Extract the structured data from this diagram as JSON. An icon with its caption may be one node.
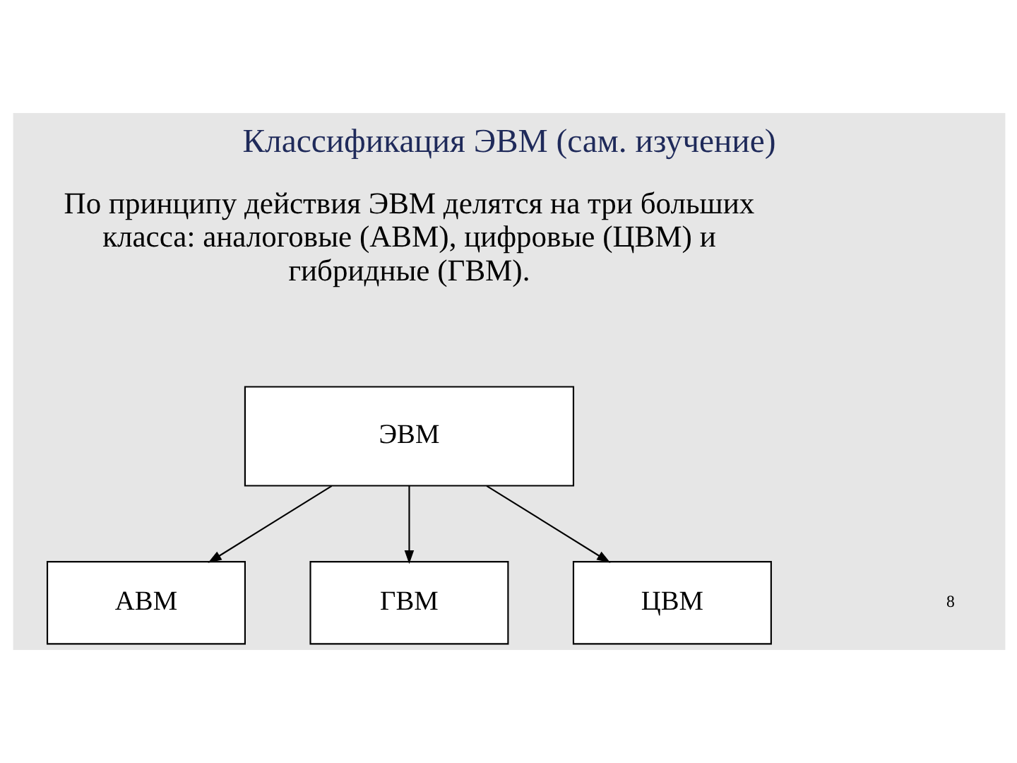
{
  "diagram": {
    "title": "Классификация ЭВМ (сам. изучение)",
    "nodes": [
      {
        "text": [
          "ЭВМ"
        ]
      },
      {
        "text": [
          "АВМ"
        ]
      },
      {
        "text": [
          "ГВМ"
        ]
      },
      {
        "text": [
          "ЦВМ"
        ]
      }
    ],
    "edges": [
      {
        "from": 0,
        "to": 1,
        "arrow": "to"
      },
      {
        "from": 0,
        "to": 2,
        "arrow": "to"
      },
      {
        "from": 0,
        "to": 3,
        "arrow": "to"
      }
    ],
    "labels": [
      "По принципу действия ЭВМ делятся на три больших класса: аналоговые (АВМ), цифровые (ЦВМ) и гибридные (ГВМ).",
      "8"
    ]
  }
}
